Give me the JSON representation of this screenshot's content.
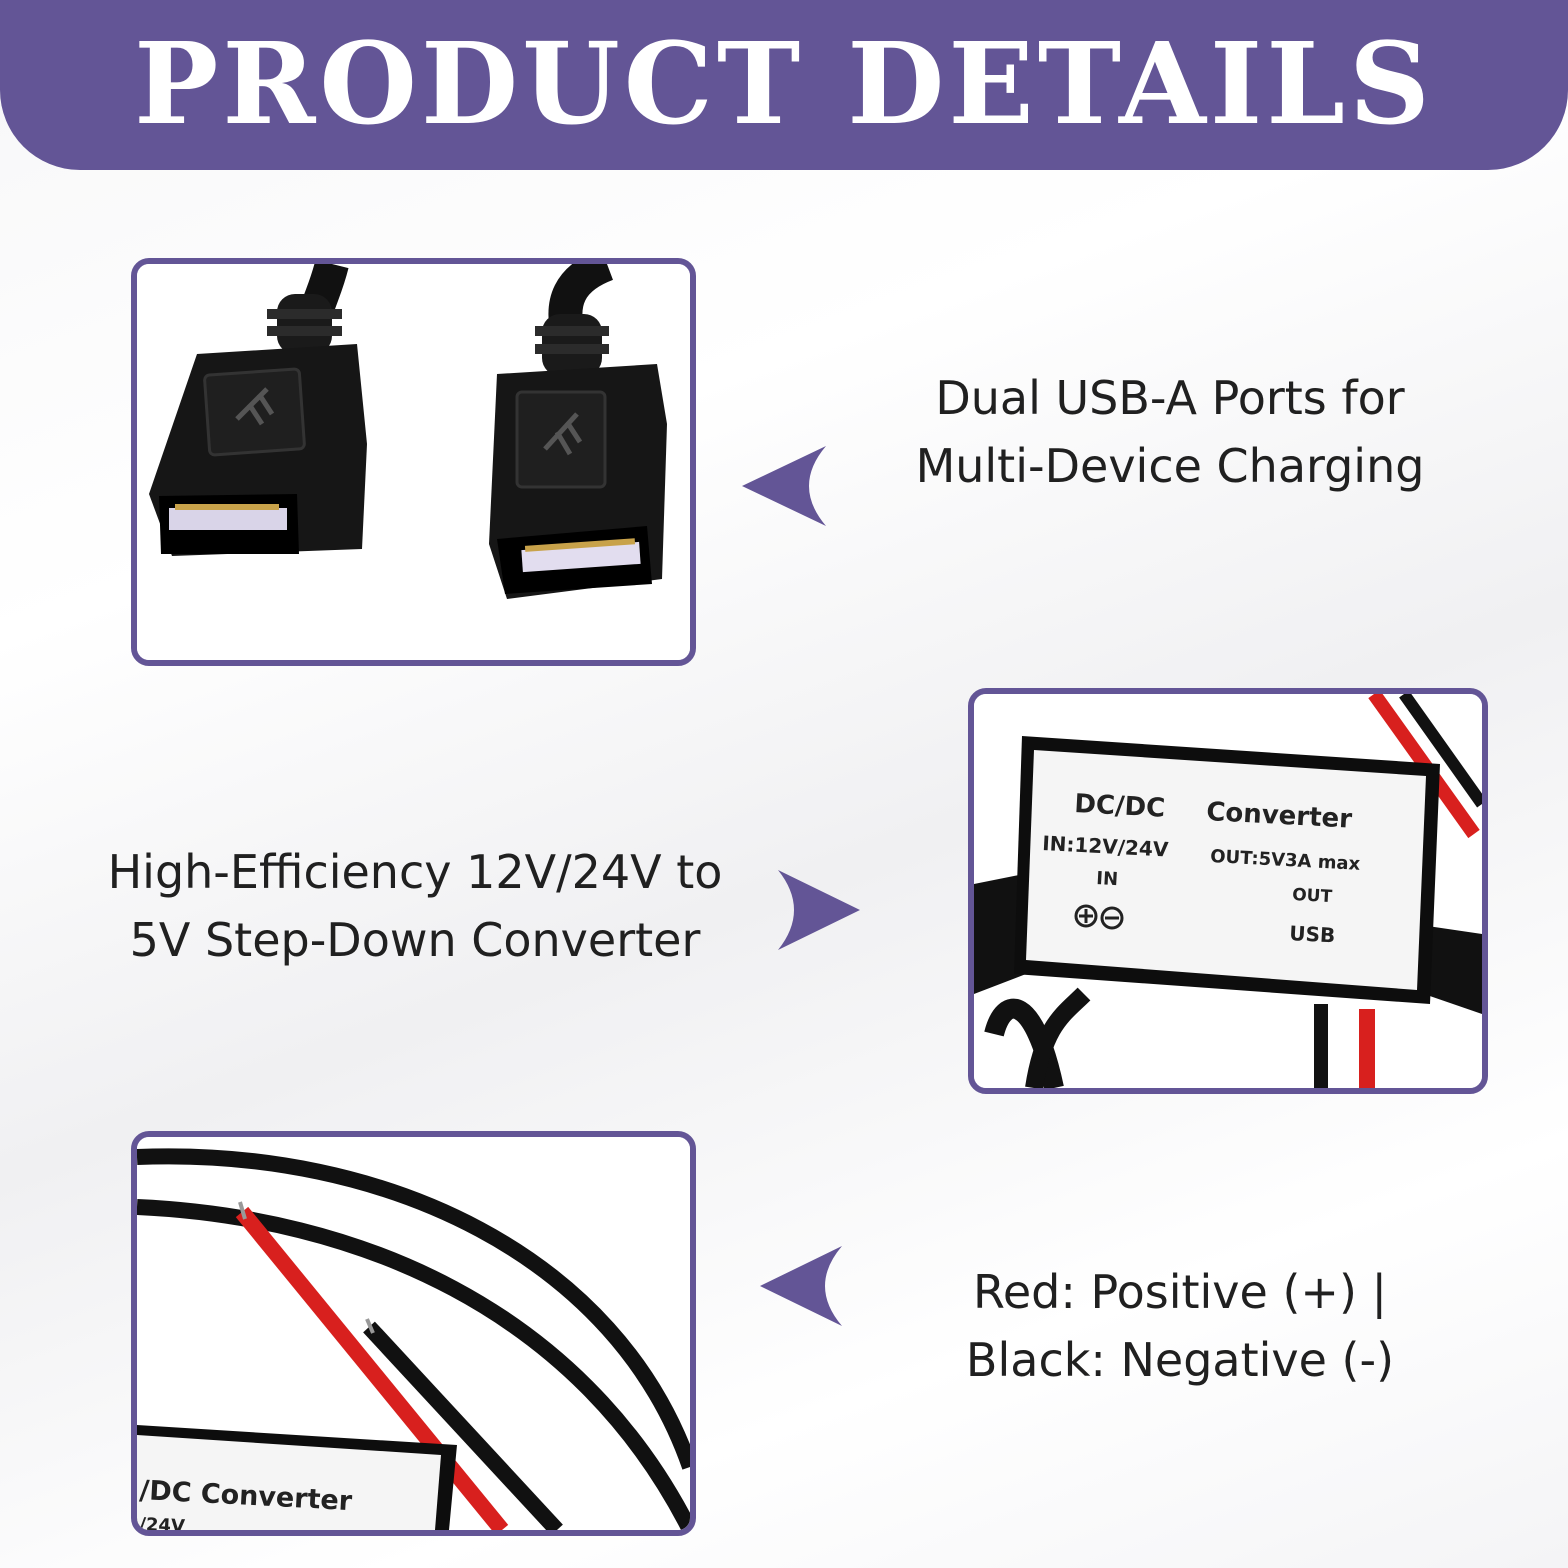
{
  "header": {
    "title": "PRODUCT DETAILS"
  },
  "features": [
    {
      "caption": "Dual USB-A Ports for Multi-Device Charging"
    },
    {
      "caption": "High-Efficiency 12V/24V to 5V Step-Down Converter"
    },
    {
      "caption": "Red: Positive (+) | Black: Negative (-)"
    }
  ],
  "converter_label": {
    "title_left": "DC/DC",
    "title_right": "Converter",
    "input_spec": "IN:12V/24V",
    "output_spec": "OUT:5V3A max",
    "in_label": "IN",
    "out_label": "OUT",
    "usb_label": "USB"
  },
  "wire_label": {
    "text": "/DC  Converter",
    "partial": "/24V"
  },
  "colors": {
    "accent": "#635596",
    "background": "#ffffff",
    "text": "#202020",
    "wire_red": "#d8201e",
    "wire_black": "#111111"
  }
}
